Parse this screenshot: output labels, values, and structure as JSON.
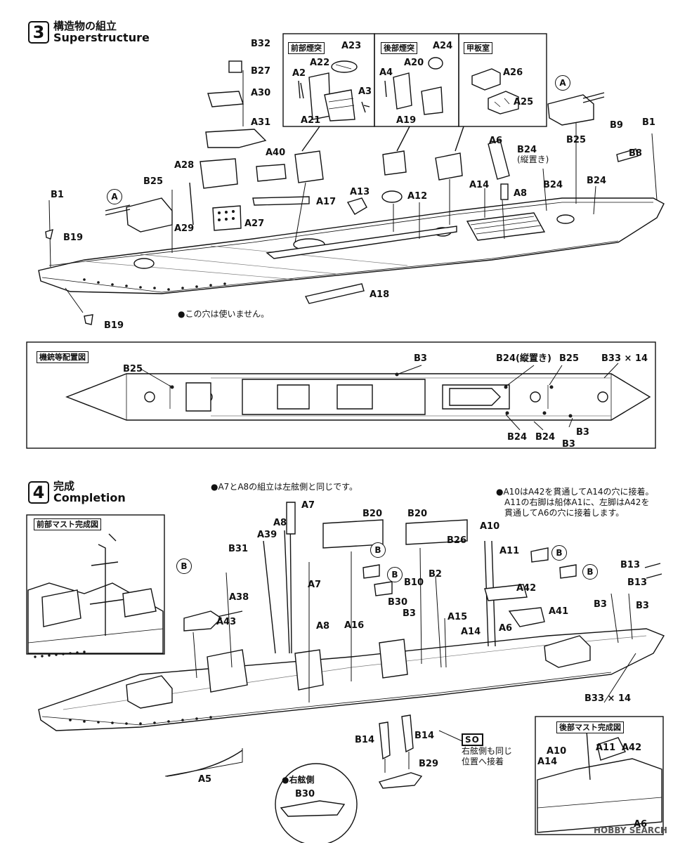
{
  "step3": {
    "number": "3",
    "title_jp": "構造物の組立",
    "title_en": "Superstructure",
    "insets": {
      "front_funnel": "前部煙突",
      "rear_funnel": "後部煙突",
      "deckhouse": "甲板室"
    },
    "note_hole": "●この穴は使いません。",
    "vertical_note": "(縦置き)",
    "parts": {
      "B32": "B32",
      "B27": "B27",
      "A30": "A30",
      "A31": "A31",
      "A40": "A40",
      "A28": "A28",
      "A29": "A29",
      "A27": "A27",
      "A17": "A17",
      "A13": "A13",
      "A12": "A12",
      "A14": "A14",
      "A8": "A8",
      "A6": "A6",
      "B24a": "B24",
      "B24b": "B24",
      "B24c": "B24",
      "B25a": "B25",
      "B25b": "B25",
      "B9": "B9",
      "B8": "B8",
      "B1a": "B1",
      "B1b": "B1",
      "B19a": "B19",
      "B19b": "B19",
      "A18": "A18",
      "A2": "A2",
      "A22": "A22",
      "A23": "A23",
      "A3": "A3",
      "A21": "A21",
      "A4": "A4",
      "A20": "A20",
      "A24": "A24",
      "A19": "A19",
      "A26": "A26",
      "A25": "A25"
    },
    "circle_a": "A"
  },
  "gun_layout": {
    "title": "機銃等配置図",
    "B25a": "B25",
    "B25b": "B25",
    "B3a": "B3",
    "B3b": "B3",
    "B3c": "B3",
    "B24_vertical": "B24(縦置き)",
    "B24a": "B24",
    "B24b": "B24",
    "B33": "B33 × 14"
  },
  "step4": {
    "number": "4",
    "title_jp": "完成",
    "title_en": "Completion",
    "note1": "●A7とA8の組立は左舷側と同じです。",
    "note2": [
      "●A10はA42を貫通してA14の穴に接着。",
      "A11の右脚は船体A1に、左脚はA42を",
      "貫通してA6の穴に接着します。"
    ],
    "front_mast_title": "前部マスト完成図",
    "rear_mast_title": "後部マスト完成図",
    "so_badge": "SO",
    "so_note": [
      "右舷側も同じ",
      "位置へ接着"
    ],
    "starboard": "●右舷側",
    "circle_b": "B",
    "parts": {
      "A7a": "A7",
      "A7b": "A7",
      "A8a": "A8",
      "A8b": "A8",
      "A39": "A39",
      "B31": "B31",
      "A38": "A38",
      "A43": "A43",
      "B20a": "B20",
      "B20b": "B20",
      "A10": "A10",
      "B26": "B26",
      "A11": "A11",
      "A42": "A42",
      "A41": "A41",
      "B10": "B10",
      "B2": "B2",
      "B30a": "B30",
      "B3a": "B3",
      "A16": "A16",
      "A15": "A15",
      "A14": "A14",
      "A6": "A6",
      "B13a": "B13",
      "B13b": "B13",
      "B3b": "B3",
      "B3c": "B3",
      "B33": "B33 × 14",
      "A5": "A5",
      "B14a": "B14",
      "B14b": "B14",
      "B29": "B29",
      "B30b": "B30",
      "rA10": "A10",
      "rA14": "A14",
      "rA11": "A11",
      "rA42": "A42",
      "rA6": "A6"
    }
  },
  "watermark": "HOBBY SEARCH"
}
